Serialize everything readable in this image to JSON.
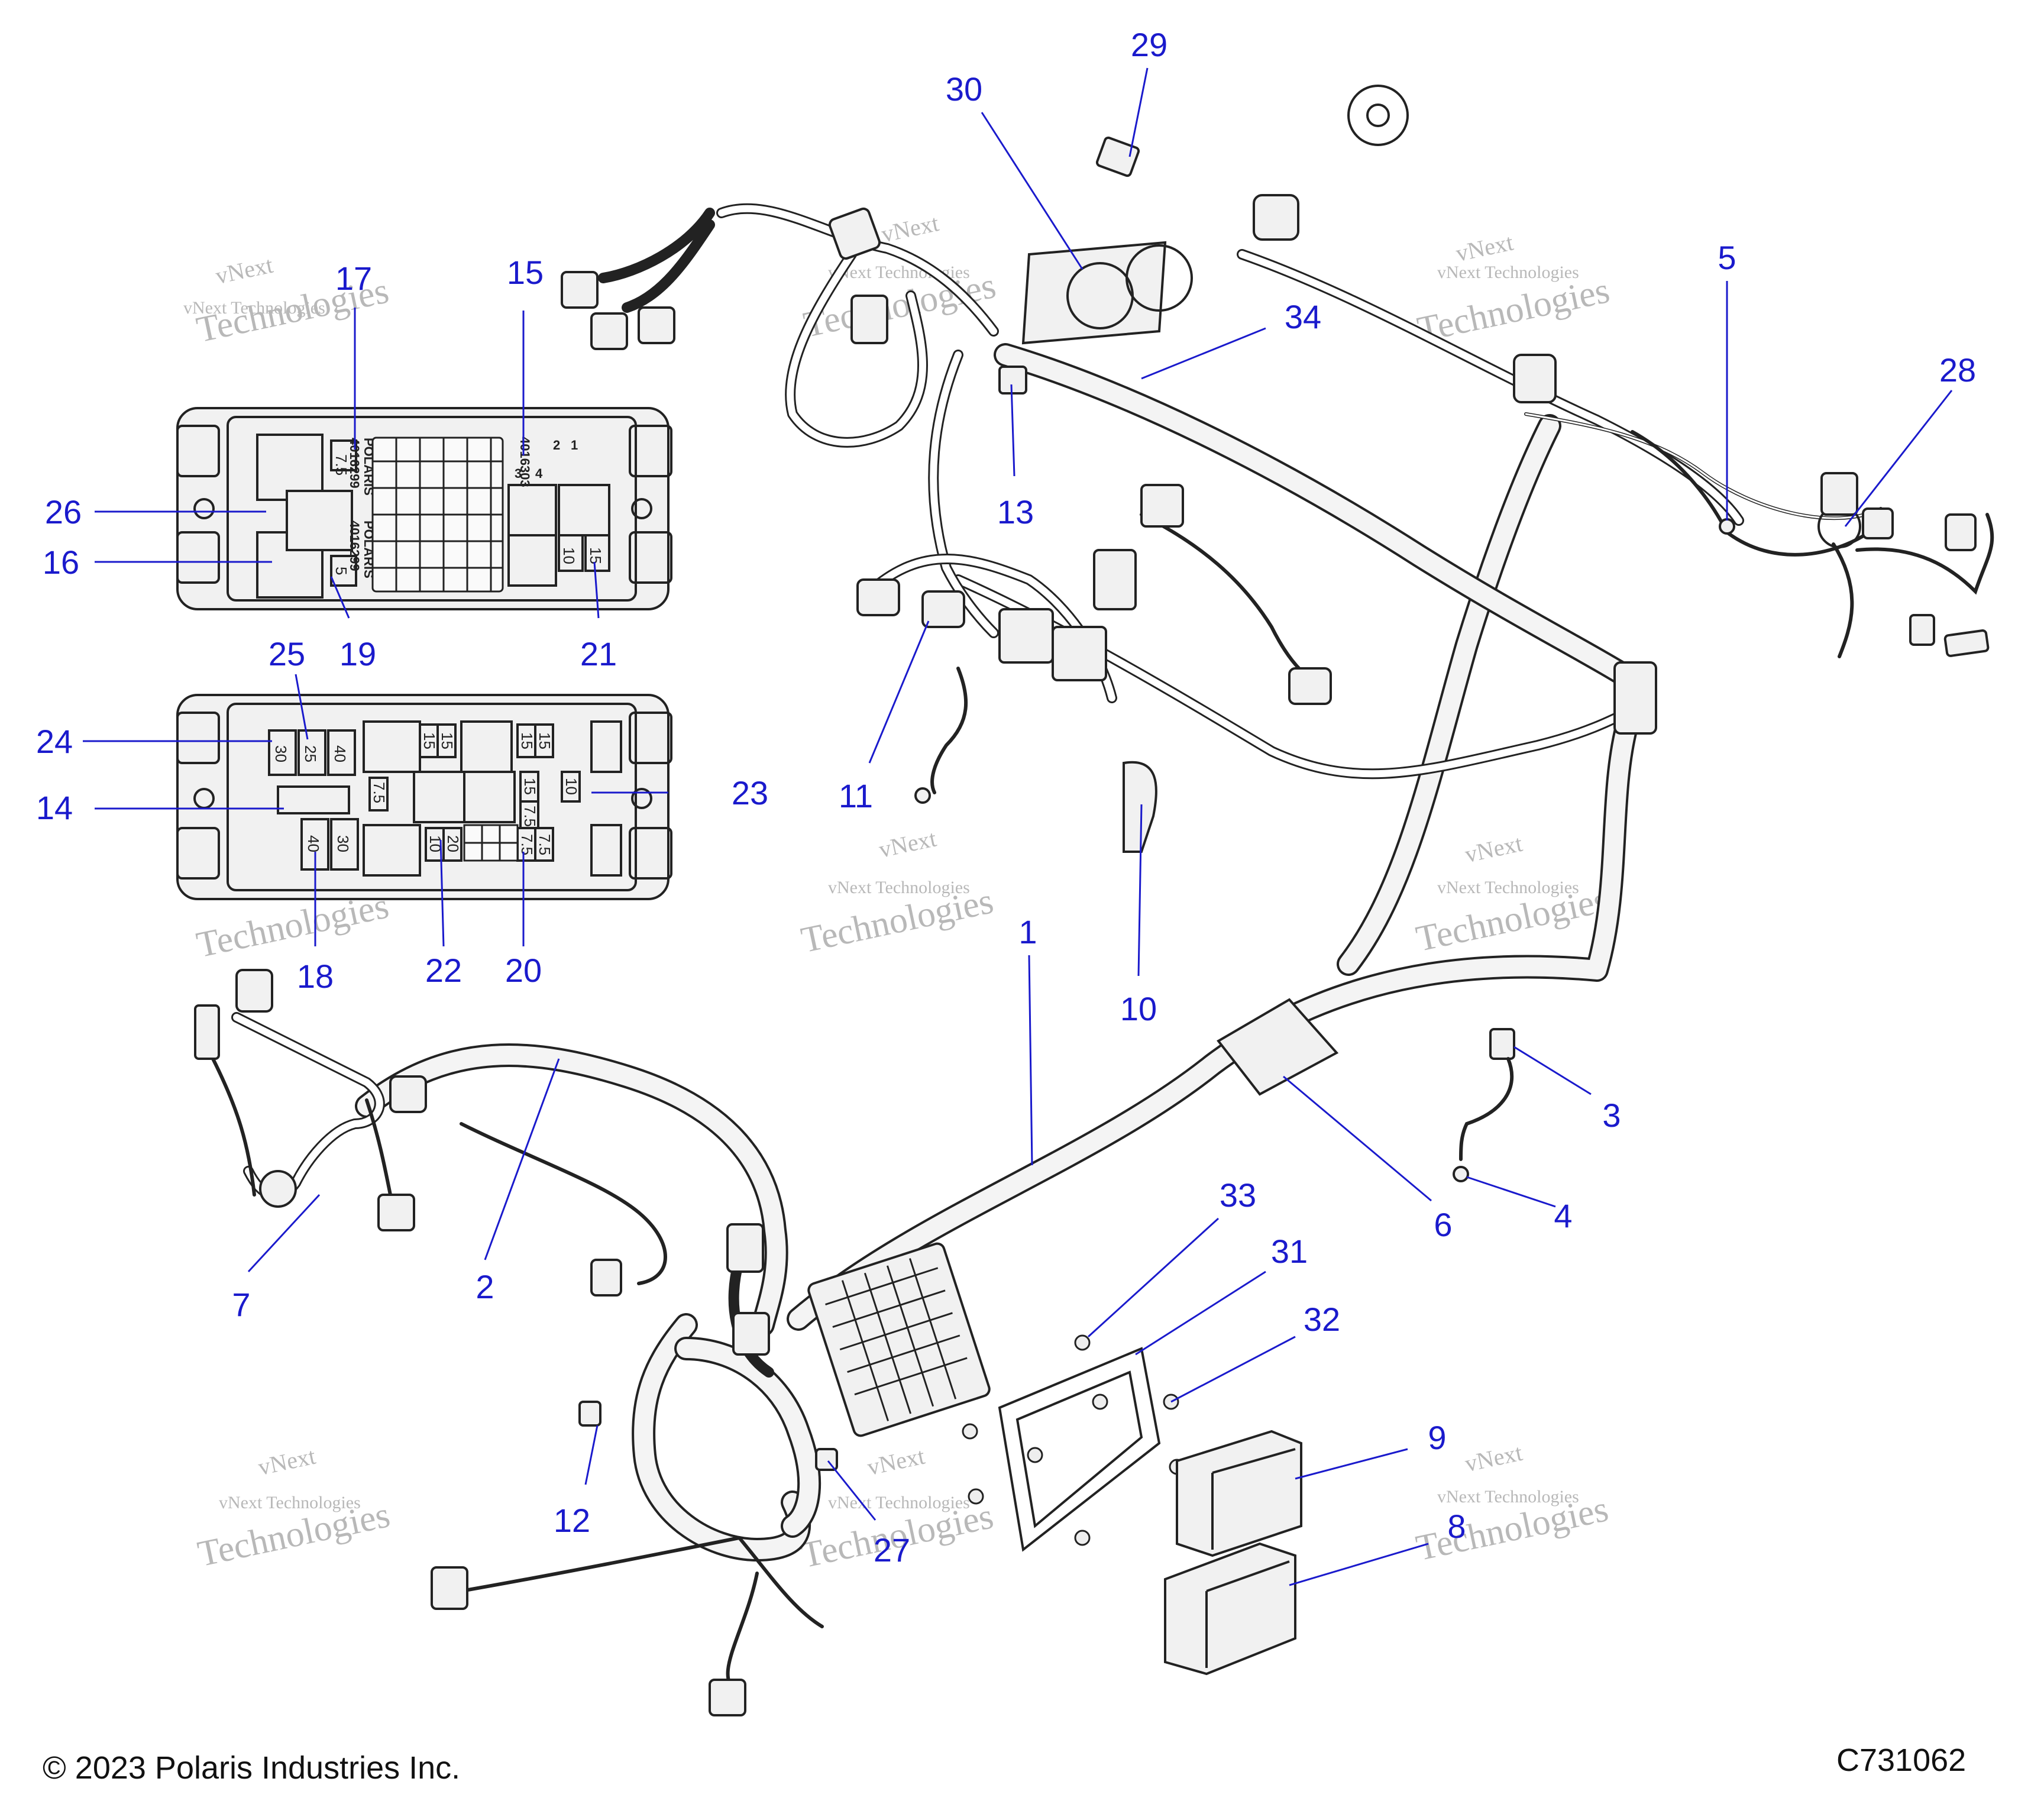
{
  "callouts": [
    "1",
    "2",
    "3",
    "4",
    "5",
    "6",
    "7",
    "8",
    "9",
    "10",
    "11",
    "12",
    "13",
    "14",
    "15",
    "16",
    "17",
    "18",
    "19",
    "20",
    "21",
    "22",
    "23",
    "24",
    "25",
    "26",
    "27",
    "28",
    "29",
    "30",
    "31",
    "32",
    "33",
    "34"
  ],
  "watermark": {
    "line1": "vNext Technologies",
    "line2": "vNext",
    "line3": "Technologies"
  },
  "fusebox_top": {
    "brand": "POLARIS",
    "part_no": "4016299",
    "side_code": "4016303",
    "relay_pins": [
      "1",
      "2",
      "3",
      "4"
    ],
    "fuses_right": [
      "10",
      "15"
    ],
    "fuses_left": [
      "7.5",
      "5"
    ]
  },
  "fusebox_bottom": {
    "fuses_left": [
      "30",
      "25",
      "40",
      "40",
      "30"
    ],
    "fuses_mid": [
      "15",
      "15",
      "15",
      "15",
      "7.5",
      "15",
      "10",
      "7.5",
      "10",
      "20",
      "7.5",
      "7.5"
    ]
  },
  "footer": {
    "copyright": "© 2023 Polaris Industries Inc.",
    "diagram_code": "C731062"
  }
}
